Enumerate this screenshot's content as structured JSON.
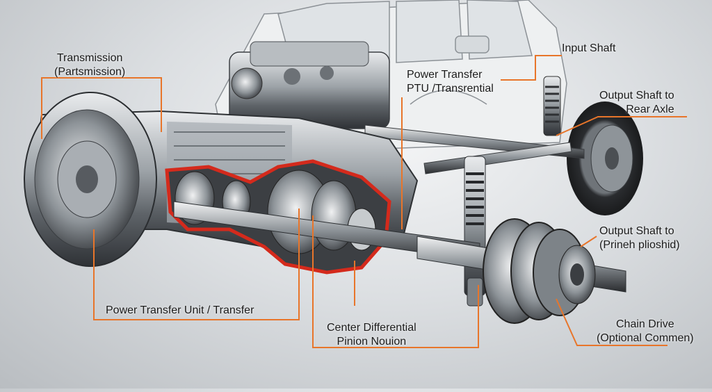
{
  "callout_color": "#e8752a",
  "cutaway_color": "#d42a1c",
  "labels": {
    "transmission": {
      "line1": "Transmission",
      "line2": "(Partsmission)"
    },
    "input_shaft": "Input Shaft",
    "ptu": {
      "line1": "Power Transfer",
      "line2": "PTU /Transrential"
    },
    "output_rear": {
      "line1": "Output Shaft to",
      "line2": "Rear Axle"
    },
    "output_front": {
      "line1": "Output Shaft to",
      "line2": "(Prinеh plioshid)"
    },
    "power_transfer_unit": "Power Transfer Unit / Transfer",
    "center_diff": {
      "line1": "Center Differential",
      "line2": "Pinion Nouion"
    },
    "chain_drive": {
      "line1": "Chain Drive",
      "line2": "(Optional Commen)"
    }
  }
}
